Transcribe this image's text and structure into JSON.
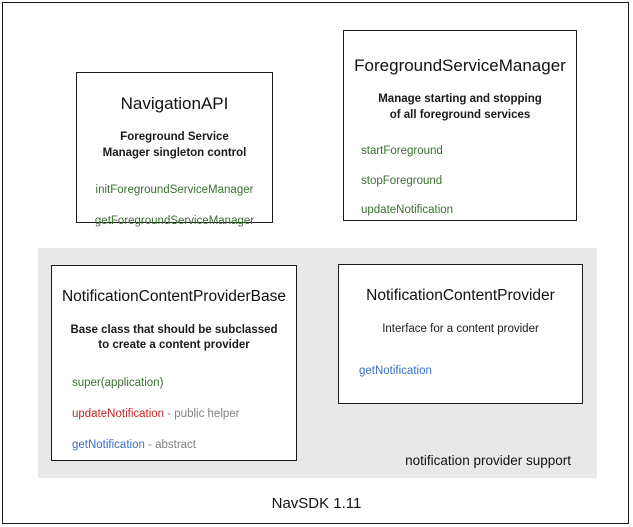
{
  "diagram": {
    "footer_caption": "NavSDK 1.11",
    "group_panel": {
      "label": "notification provider support",
      "background_color": "#e8e8e8"
    },
    "colors": {
      "method_green": "#3a7031",
      "method_red": "#c0272d",
      "method_blue": "#3b6fc4",
      "note_gray": "#808080",
      "text_black": "#111111",
      "border": "#1a1a1a",
      "panel_gray": "#e8e8e8",
      "canvas": "#ffffff"
    },
    "boxes": [
      {
        "id": "navigation-api",
        "title": "NavigationAPI",
        "description_lines": [
          "Foreground Service",
          "Manager singleton control"
        ],
        "members": [
          {
            "name": "initForegroundServiceManager",
            "color": "#3a7031",
            "note": ""
          },
          {
            "name": "getForegroundServiceManager",
            "color": "#3a7031",
            "note": ""
          }
        ]
      },
      {
        "id": "foreground-service-manager",
        "title": "ForegroundServiceManager",
        "description_lines": [
          "Manage starting and stopping",
          "of all foreground services"
        ],
        "members": [
          {
            "name": "startForeground",
            "color": "#3a7031",
            "note": ""
          },
          {
            "name": "stopForeground",
            "color": "#3a7031",
            "note": ""
          },
          {
            "name": "updateNotification",
            "color": "#3a7031",
            "note": ""
          }
        ]
      },
      {
        "id": "notification-content-provider-base",
        "title": "NotificationContentProviderBase",
        "description_lines": [
          "Base class that should be subclassed",
          "to create a content provider"
        ],
        "members": [
          {
            "name": "super(application)",
            "color": "#3a7031",
            "note": ""
          },
          {
            "name": "updateNotification",
            "color": "#c0272d",
            "note": " - public helper"
          },
          {
            "name": "getNotification",
            "color": "#3b6fc4",
            "note": " - abstract"
          }
        ]
      },
      {
        "id": "notification-content-provider",
        "title": "NotificationContentProvider",
        "description_lines": [
          "Interface for a content provider"
        ],
        "members": [
          {
            "name": "getNotification",
            "color": "#3b6fc4",
            "note": ""
          }
        ]
      }
    ]
  }
}
